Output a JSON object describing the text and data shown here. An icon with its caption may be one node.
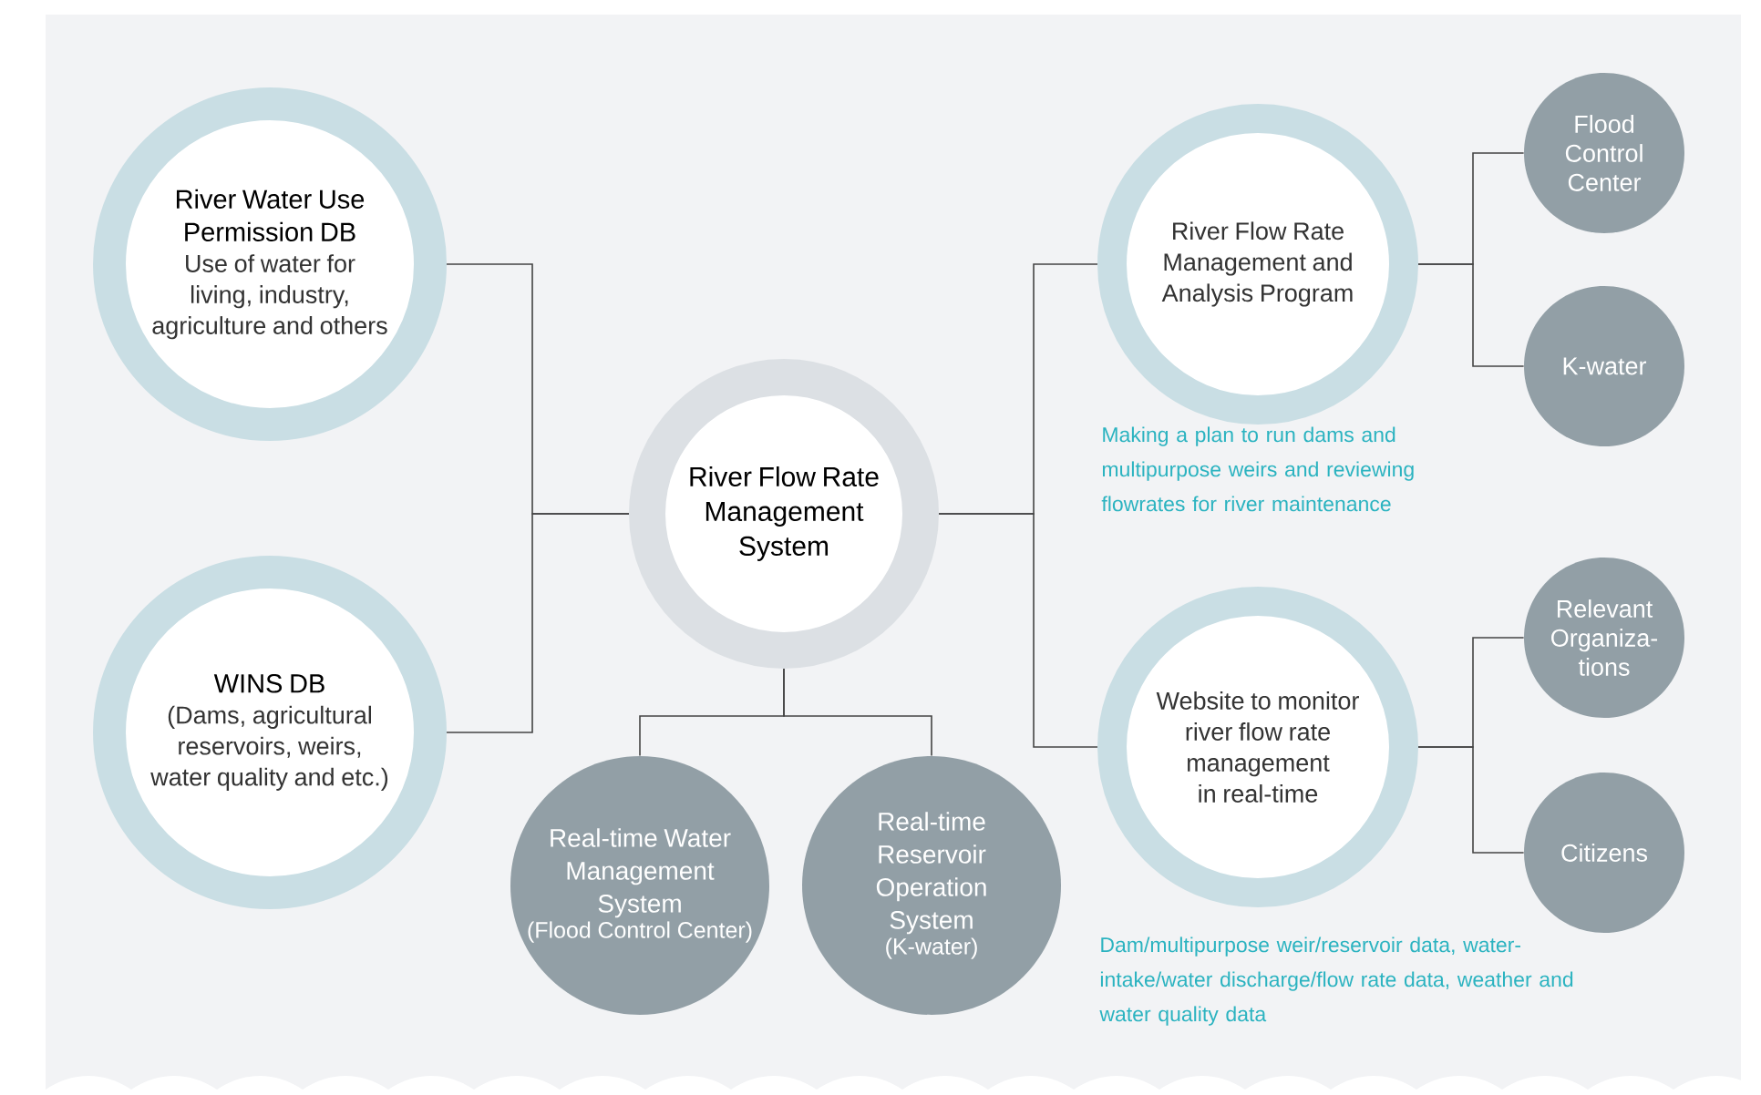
{
  "diagram": {
    "nodes": [
      {
        "text": [
          "River Water Use Permission DB",
          "Use of water for living, industry, agriculture and others"
        ]
      },
      {
        "text": [
          "WINS DB",
          "(Dams, agricultural reservoirs, weirs, water quality and etc.)"
        ]
      },
      {
        "text": [
          "River Flow Rate Management System"
        ]
      },
      {
        "text": [
          "Real-time Water Management System",
          "(Flood Control Center)"
        ]
      },
      {
        "text": [
          "Real-time Reservoir Operation System",
          "(K-water)"
        ]
      },
      {
        "text": [
          "River Flow Rate Management and Analysis Program"
        ],
        "beside": [
          "Making a plan to run dams and multipurpose weirs and reviewing flowrates for river maintenance"
        ]
      },
      {
        "text": [
          "Website to monitor river flow rate management in real-time"
        ]
      },
      {
        "text": [
          "Flood Control Center"
        ]
      },
      {
        "text": [
          "K-water"
        ]
      },
      {
        "text": [
          "Relevant Organiza- tions"
        ]
      },
      {
        "text": [
          "Citizens"
        ]
      }
    ],
    "edges": [
      {
        "from": 0,
        "to": 2,
        "arrow": "none"
      },
      {
        "from": 1,
        "to": 2,
        "arrow": "none"
      },
      {
        "from": 2,
        "to": 5,
        "arrow": "none"
      },
      {
        "from": 2,
        "to": 6,
        "arrow": "none"
      },
      {
        "from": 2,
        "to": 3,
        "arrow": "none"
      },
      {
        "from": 2,
        "to": 4,
        "arrow": "none"
      },
      {
        "from": 5,
        "to": 7,
        "arrow": "none"
      },
      {
        "from": 5,
        "to": 8,
        "arrow": "none"
      },
      {
        "from": 6,
        "to": 9,
        "arrow": "none"
      },
      {
        "from": 6,
        "to": 10,
        "arrow": "none"
      }
    ],
    "labels": [
      "Dam/multipurpose weir/reservoir data, water-intake/water discharge/flow rate data, weather and water quality data"
    ]
  }
}
